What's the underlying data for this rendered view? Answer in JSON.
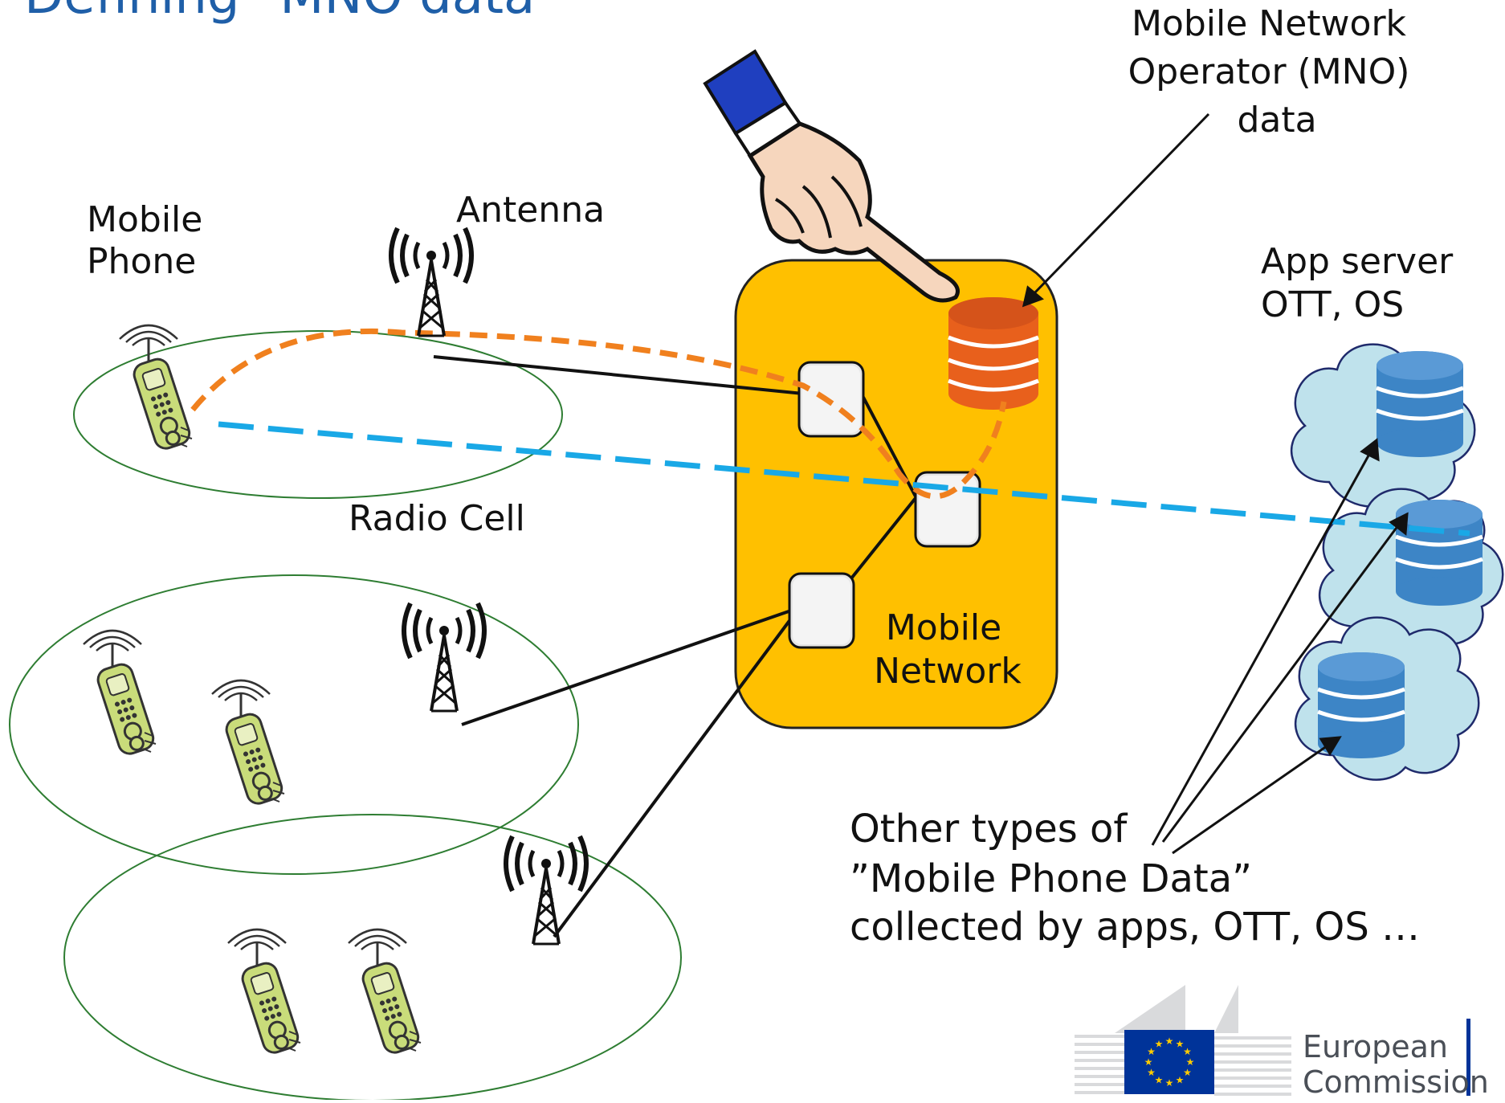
{
  "title": "Defining \"MNO data\"",
  "labels": {
    "mno_data": [
      "Mobile Network",
      "Operator (MNO)",
      "data"
    ],
    "mobile_phone": [
      "Mobile",
      "Phone"
    ],
    "antenna": "Antenna",
    "radio_cell": "Radio Cell",
    "app_server": [
      "App server",
      "OTT, OS"
    ],
    "mobile_network": [
      "Mobile",
      "Network"
    ],
    "other_types": [
      "Other types of",
      "”Mobile Phone Data”",
      "collected by apps, OTT, OS …"
    ]
  },
  "logo": {
    "line1": "European",
    "line2": "Commission"
  },
  "colors": {
    "title_blue": "#1f5fa8",
    "network_box": "#ffc000",
    "mno_db": "#e8601c",
    "app_db": "#3d85c6",
    "cloud": "#bfe2ec",
    "cell_outline": "#2e7d32",
    "mno_path": "#f0801e",
    "app_path": "#19a8e6",
    "eu_flag": "#003399",
    "eu_star": "#ffcc00"
  }
}
